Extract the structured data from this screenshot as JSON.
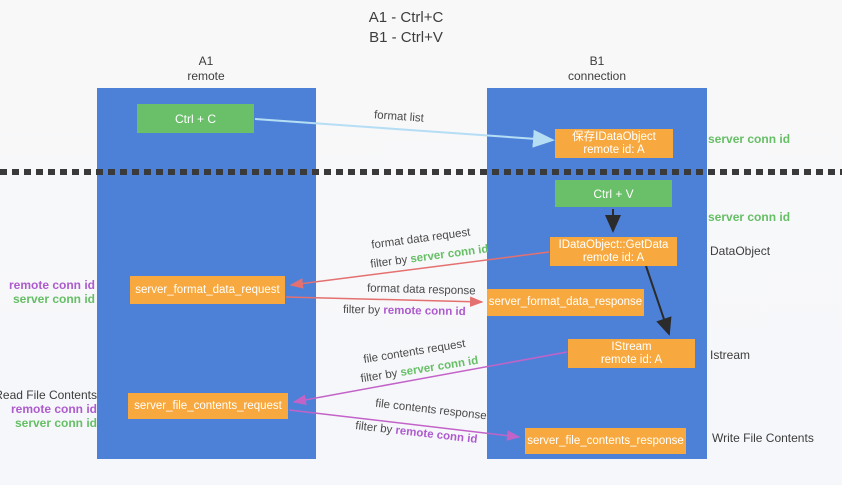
{
  "title": {
    "line1": "A1 - Ctrl+C",
    "line2": "B1 - Ctrl+V"
  },
  "lifelines": {
    "a1": {
      "name": "A1",
      "role": "remote"
    },
    "b1": {
      "name": "B1",
      "role": "connection"
    }
  },
  "nodes": {
    "ctrl_c": {
      "label": "Ctrl + C"
    },
    "save_idataobject": {
      "line1": "保存IDataObject",
      "line2": "remote id: A"
    },
    "ctrl_v": {
      "label": "Ctrl + V"
    },
    "getdata": {
      "line1": "IDataObject::GetData",
      "line2": "remote id: A"
    },
    "format_request": {
      "label": "server_format_data_request"
    },
    "format_response": {
      "label": "server_format_data_response"
    },
    "istream": {
      "line1": "IStream",
      "line2": "remote id: A"
    },
    "file_request": {
      "label": "server_file_contents_request"
    },
    "file_response": {
      "label": "server_file_contents_response"
    }
  },
  "edge_labels": {
    "format_list": "format list",
    "format_data_request": "format data request",
    "format_data_response": "format data response",
    "file_contents_request": "file contents request",
    "file_contents_response": "file contents response",
    "filter_by": "filter by",
    "server_conn_id": "server conn id",
    "remote_conn_id": "remote conn id"
  },
  "side_labels": {
    "server_conn_id": "server conn id",
    "remote_conn_id": "remote conn id",
    "dataobject": "DataObject",
    "istream": "Istream",
    "read_file_contents": "Read File Contents",
    "write_file_contents": "Write File Contents"
  },
  "colors": {
    "lifeline_blue": "#4d81d8",
    "node_green": "#6abf69",
    "node_orange": "#f7a940",
    "accent_green": "#66bf66",
    "accent_purple": "#ad5bcd",
    "arrow_red": "#e4706f",
    "arrow_magenta": "#c263c8",
    "arrow_light_blue": "#b5def5",
    "arrow_black": "#2b2b2b"
  }
}
